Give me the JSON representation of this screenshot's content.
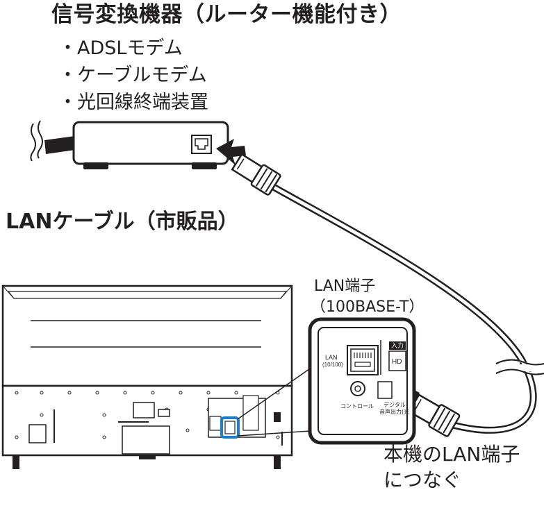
{
  "title": "信号変換機器（ルーター機能付き）",
  "device_list": [
    "・ADSLモデム",
    "・ケーブルモデム",
    "・光回線終端装置"
  ],
  "cable_label": "LANケーブル（市販品）",
  "lan_terminal": {
    "label": "LAN端子",
    "spec": "（100BASE-T）"
  },
  "panel": {
    "lan_port_label_1": "LAN",
    "lan_port_label_2": "(10/100)",
    "input_label": "入力",
    "hdmi_label": "HD",
    "control_label": "コントロール",
    "digital_label_1": "デジタル",
    "digital_label_2": "音声出力(光"
  },
  "instruction": {
    "line1": "本機のLAN端子",
    "line2": "につなぐ"
  },
  "colors": {
    "highlight": "#1e7fc9",
    "line": "#231f20"
  }
}
